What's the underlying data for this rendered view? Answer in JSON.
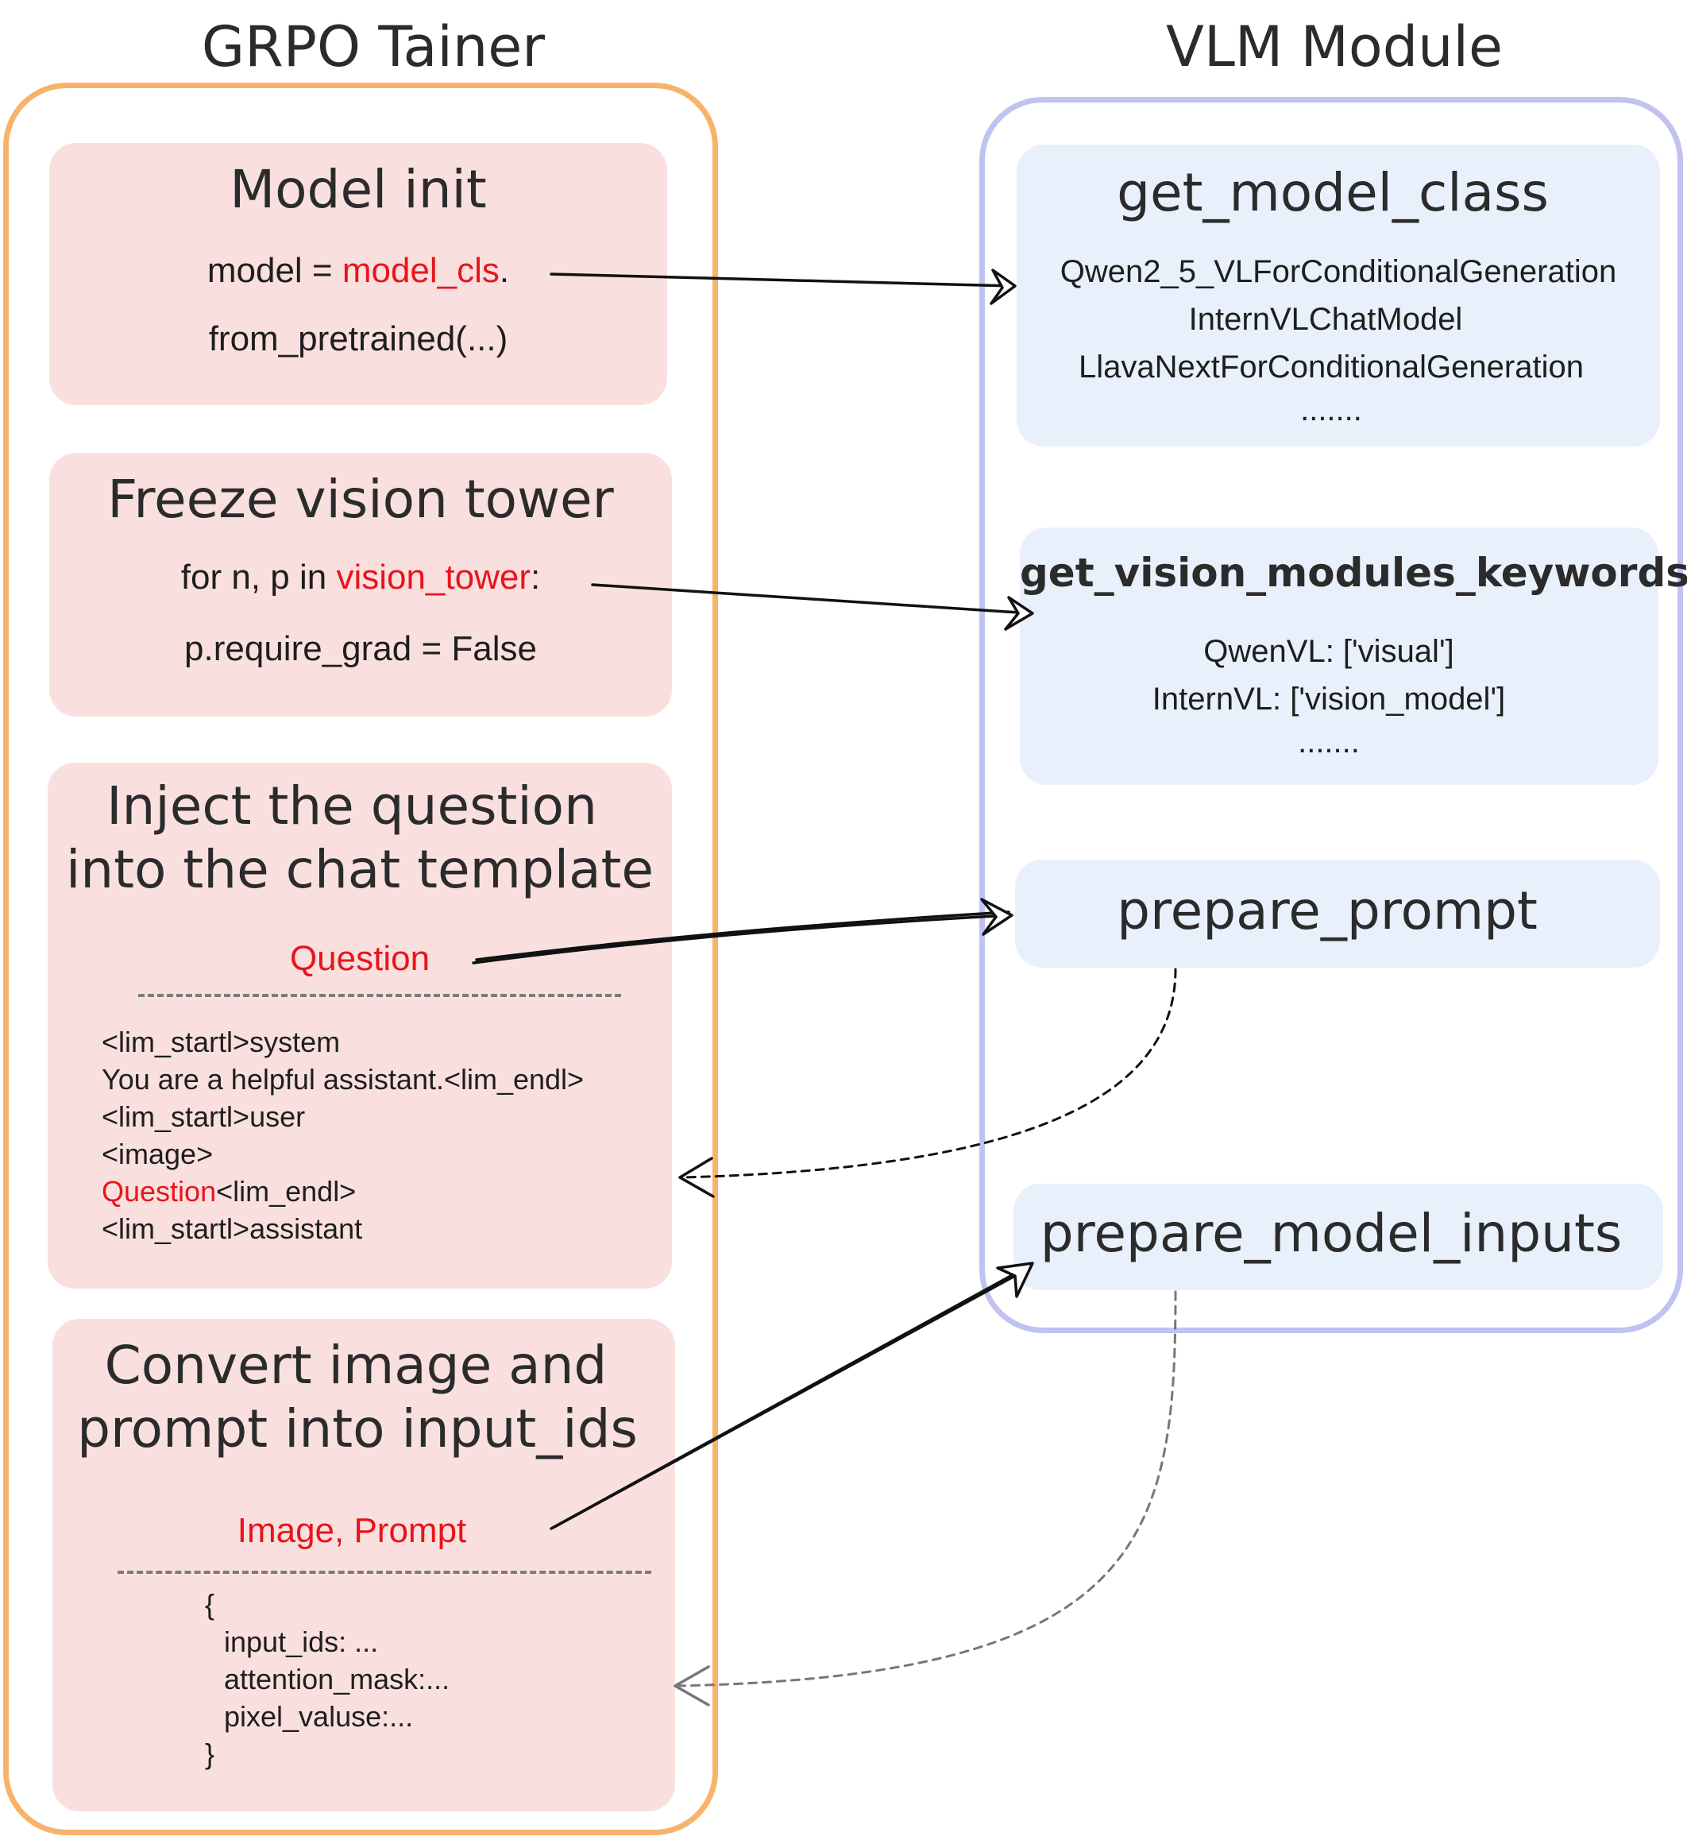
{
  "left_column": {
    "title": "GRPO Tainer",
    "model_init": {
      "title": "Model init",
      "line1_prefix": "model = ",
      "line1_highlight": "model_cls",
      "line1_suffix": ".",
      "line2": "from_pretrained(...)"
    },
    "freeze": {
      "title": "Freeze vision tower",
      "line1_prefix": "for n, p in ",
      "line1_highlight": "vision_tower",
      "line1_suffix": ":",
      "line2": "p.require_grad = False"
    },
    "inject": {
      "title_line1": "Inject the question",
      "title_line2": "into the chat template",
      "input_label": "Question",
      "template": [
        "<lim_startl>system",
        "You are a helpful assistant.<lim_endl>",
        "<lim_startl>user",
        "<image>"
      ],
      "template_question": "Question",
      "template_question_suffix": "<lim_endl>",
      "template_last": "<lim_startl>assistant"
    },
    "convert": {
      "title_line1": "Convert image and",
      "title_line2": "prompt into input_ids",
      "input_label": "Image, Prompt",
      "output": [
        "{",
        "input_ids: ...",
        "attention_mask:...",
        "pixel_valuse:...",
        "}"
      ]
    }
  },
  "right_column": {
    "title": "VLM Module",
    "get_model_class": {
      "title": "get_model_class",
      "items": [
        "Qwen2_5_VLForConditionalGeneration",
        "InternVLChatModel",
        "LlavaNextForConditionalGeneration",
        "......."
      ]
    },
    "get_vision_modules_keywords": {
      "title": "get_vision_modules_keywords",
      "items": [
        "QwenVL: ['visual']",
        "InternVL: ['vision_model']",
        "......."
      ]
    },
    "prepare_prompt": {
      "title": "prepare_prompt"
    },
    "prepare_model_inputs": {
      "title": "prepare_model_inputs"
    }
  },
  "colors": {
    "left_border": "#f8b36b",
    "right_border": "#c0c2f2",
    "pink_box": "#f9e0de",
    "blue_box": "#e8f0fb",
    "highlight": "#e8141c"
  }
}
